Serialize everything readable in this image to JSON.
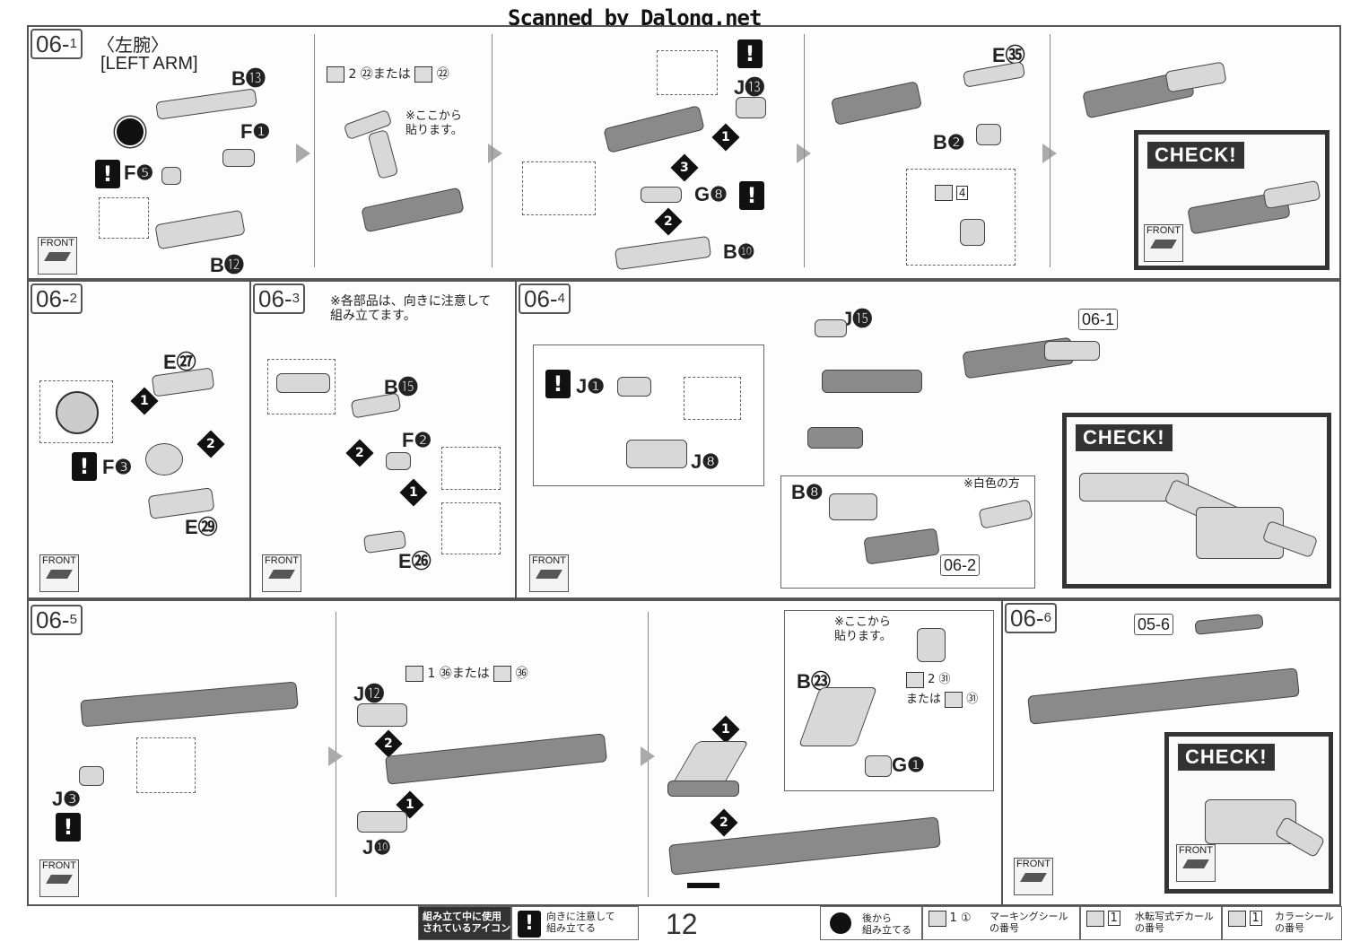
{
  "header": {
    "watermark": "Scanned by Dalong.net"
  },
  "steps": {
    "s06_1": {
      "num": "06",
      "sub": "1",
      "title_jp": "〈左腕〉",
      "title_en": "[LEFT ARM]",
      "parts": {
        "b13": "B⓭",
        "f1": "F❶",
        "f5": "F❺",
        "j13": "J⓭",
        "g8": "G❽",
        "b10": "B❿",
        "e35": "E㉟",
        "b2": "B❷"
      },
      "sticker": "2 ㉒または",
      "sticker_alt": "㉒",
      "note": "※ここから\n貼ります。",
      "small_num": "4"
    },
    "s06_2": {
      "num": "06",
      "sub": "2",
      "parts": {
        "e27": "E㉗",
        "f3": "F❸",
        "e29": "E㉙"
      }
    },
    "s06_3": {
      "num": "06",
      "sub": "3",
      "note": "※各部品は、向きに注意して\n組み立てます。",
      "parts": {
        "b15": "B⓯",
        "f2": "F❷",
        "e26": "E㉖"
      }
    },
    "s06_4": {
      "num": "06",
      "sub": "4",
      "note": "※白色の方",
      "parts": {
        "j15": "J⓯",
        "j1": "J❶",
        "j8": "J❽",
        "b8": "B❽"
      },
      "refs": {
        "ref_06_1": "06-1",
        "ref_06_2": "06-2"
      }
    },
    "s06_5": {
      "num": "06",
      "sub": "5",
      "sticker": "1 ㊱または",
      "sticker_alt": "㊱",
      "note": "※ここから\n貼ります。",
      "sticker2": "2 ㉛",
      "sticker2b": "または",
      "sticker2_alt": "㉛",
      "parts": {
        "j3": "J❸",
        "j12": "J⓬",
        "j10": "J❿",
        "b23": "B㉓",
        "g1": "G❶"
      }
    },
    "s06_6": {
      "num": "06",
      "sub": "6",
      "refs": {
        "ref_05_6": "05-6"
      }
    }
  },
  "common": {
    "check": "CHECK!",
    "front": "FRONT",
    "warn": "!"
  },
  "footer": {
    "legend_title": "組み立て中に使用\nされているアイコン",
    "warn_text": "向きに注意して\n組み立てる",
    "page_number": "12",
    "later_text": "後から\n組み立てる",
    "marking_text": "マーキングシール\nの番号",
    "marking_sym": "1 ①",
    "water_text": "水転写式デカール\nの番号",
    "water_sym": "1",
    "color_text": "カラーシール\nの番号",
    "color_sym": "1"
  }
}
